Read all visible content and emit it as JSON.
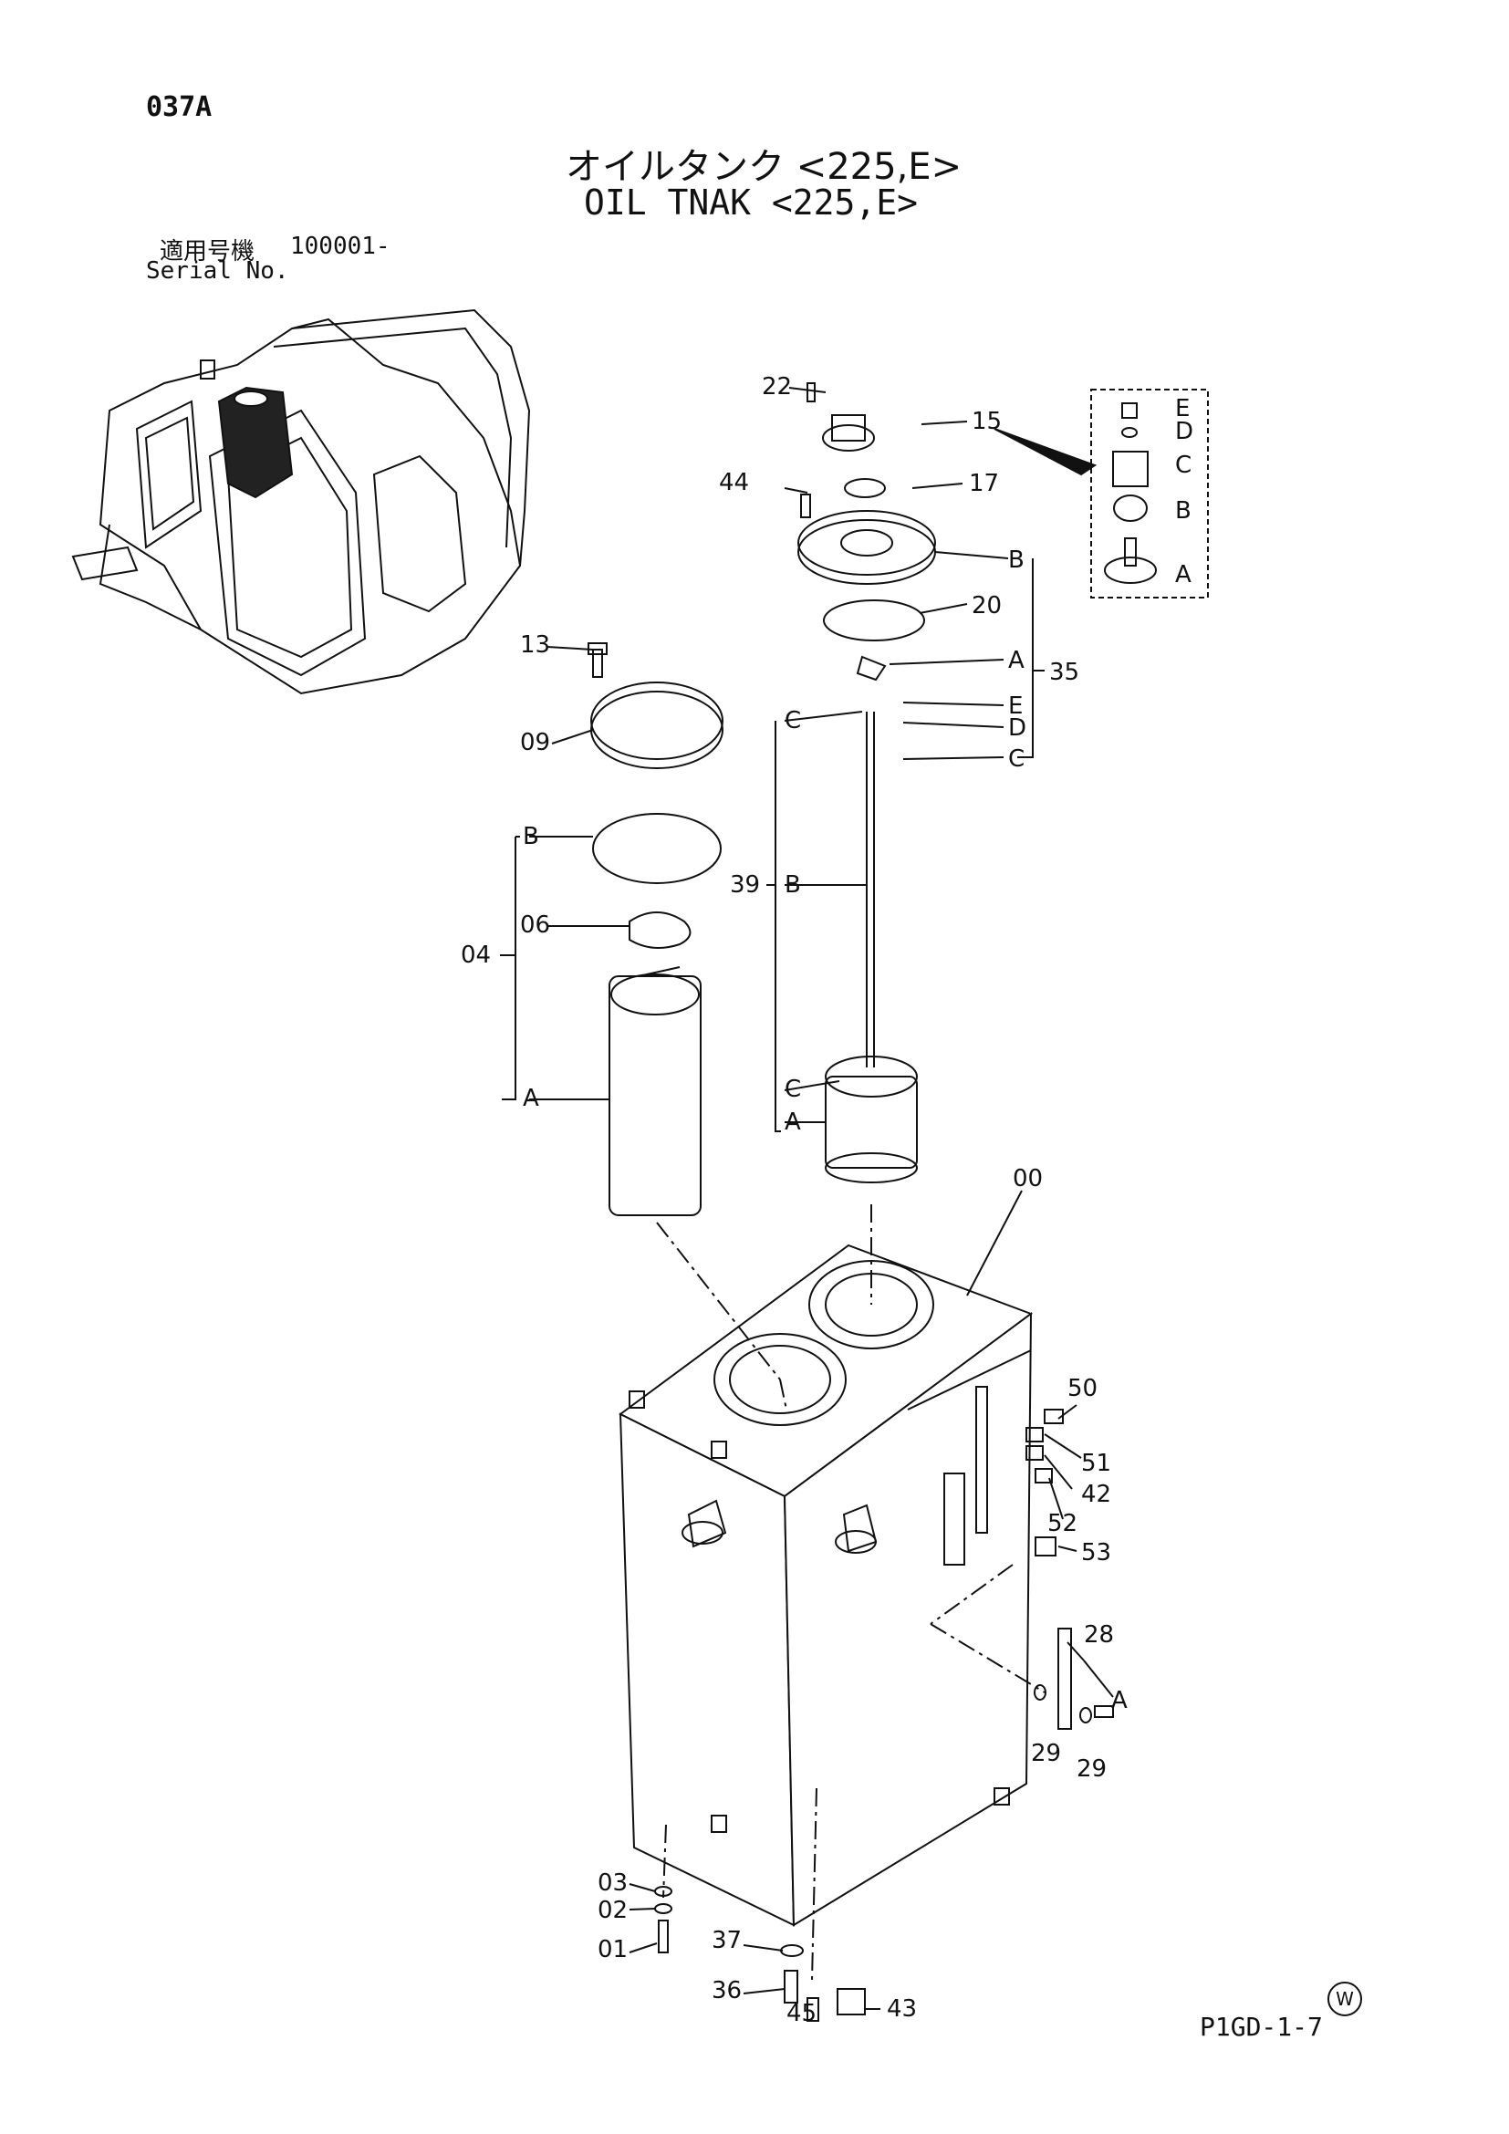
{
  "header": {
    "page_code": "037A",
    "title_jp": "オイルタンク <225,E>",
    "title_en": "OIL TNAK <225,E>",
    "serial_label_jp": "適用号機",
    "serial_value": "100001-",
    "serial_label_en": "Serial No."
  },
  "footer": {
    "doc_code": "P1GD-1-7",
    "maker_mark": "W"
  },
  "callouts": [
    {
      "id": "c22",
      "text": "22"
    },
    {
      "id": "c15",
      "text": "15"
    },
    {
      "id": "c44",
      "text": "44"
    },
    {
      "id": "c17",
      "text": "17"
    },
    {
      "id": "c20",
      "text": "20"
    },
    {
      "id": "c35",
      "text": "35"
    },
    {
      "id": "c13",
      "text": "13"
    },
    {
      "id": "c09",
      "text": "09"
    },
    {
      "id": "c06",
      "text": "06"
    },
    {
      "id": "c04",
      "text": "04"
    },
    {
      "id": "c39",
      "text": "39"
    },
    {
      "id": "c00",
      "text": "00"
    },
    {
      "id": "c50",
      "text": "50"
    },
    {
      "id": "c51",
      "text": "51"
    },
    {
      "id": "c42",
      "text": "42"
    },
    {
      "id": "c52",
      "text": "52"
    },
    {
      "id": "c53",
      "text": "53"
    },
    {
      "id": "c28",
      "text": "28"
    },
    {
      "id": "c29a",
      "text": "29"
    },
    {
      "id": "c29b",
      "text": "29"
    },
    {
      "id": "c03",
      "text": "03"
    },
    {
      "id": "c02",
      "text": "02"
    },
    {
      "id": "c01",
      "text": "01"
    },
    {
      "id": "c37",
      "text": "37"
    },
    {
      "id": "c36",
      "text": "36"
    },
    {
      "id": "c45",
      "text": "45"
    },
    {
      "id": "c43",
      "text": "43"
    }
  ],
  "subparts": {
    "inset": [
      "E",
      "D",
      "C",
      "B",
      "A"
    ],
    "group35": [
      "B",
      "A",
      "E",
      "D",
      "C"
    ],
    "group39": [
      "C",
      "B",
      "C",
      "A"
    ],
    "group04": [
      "B",
      "A"
    ],
    "group28": [
      "A"
    ]
  }
}
